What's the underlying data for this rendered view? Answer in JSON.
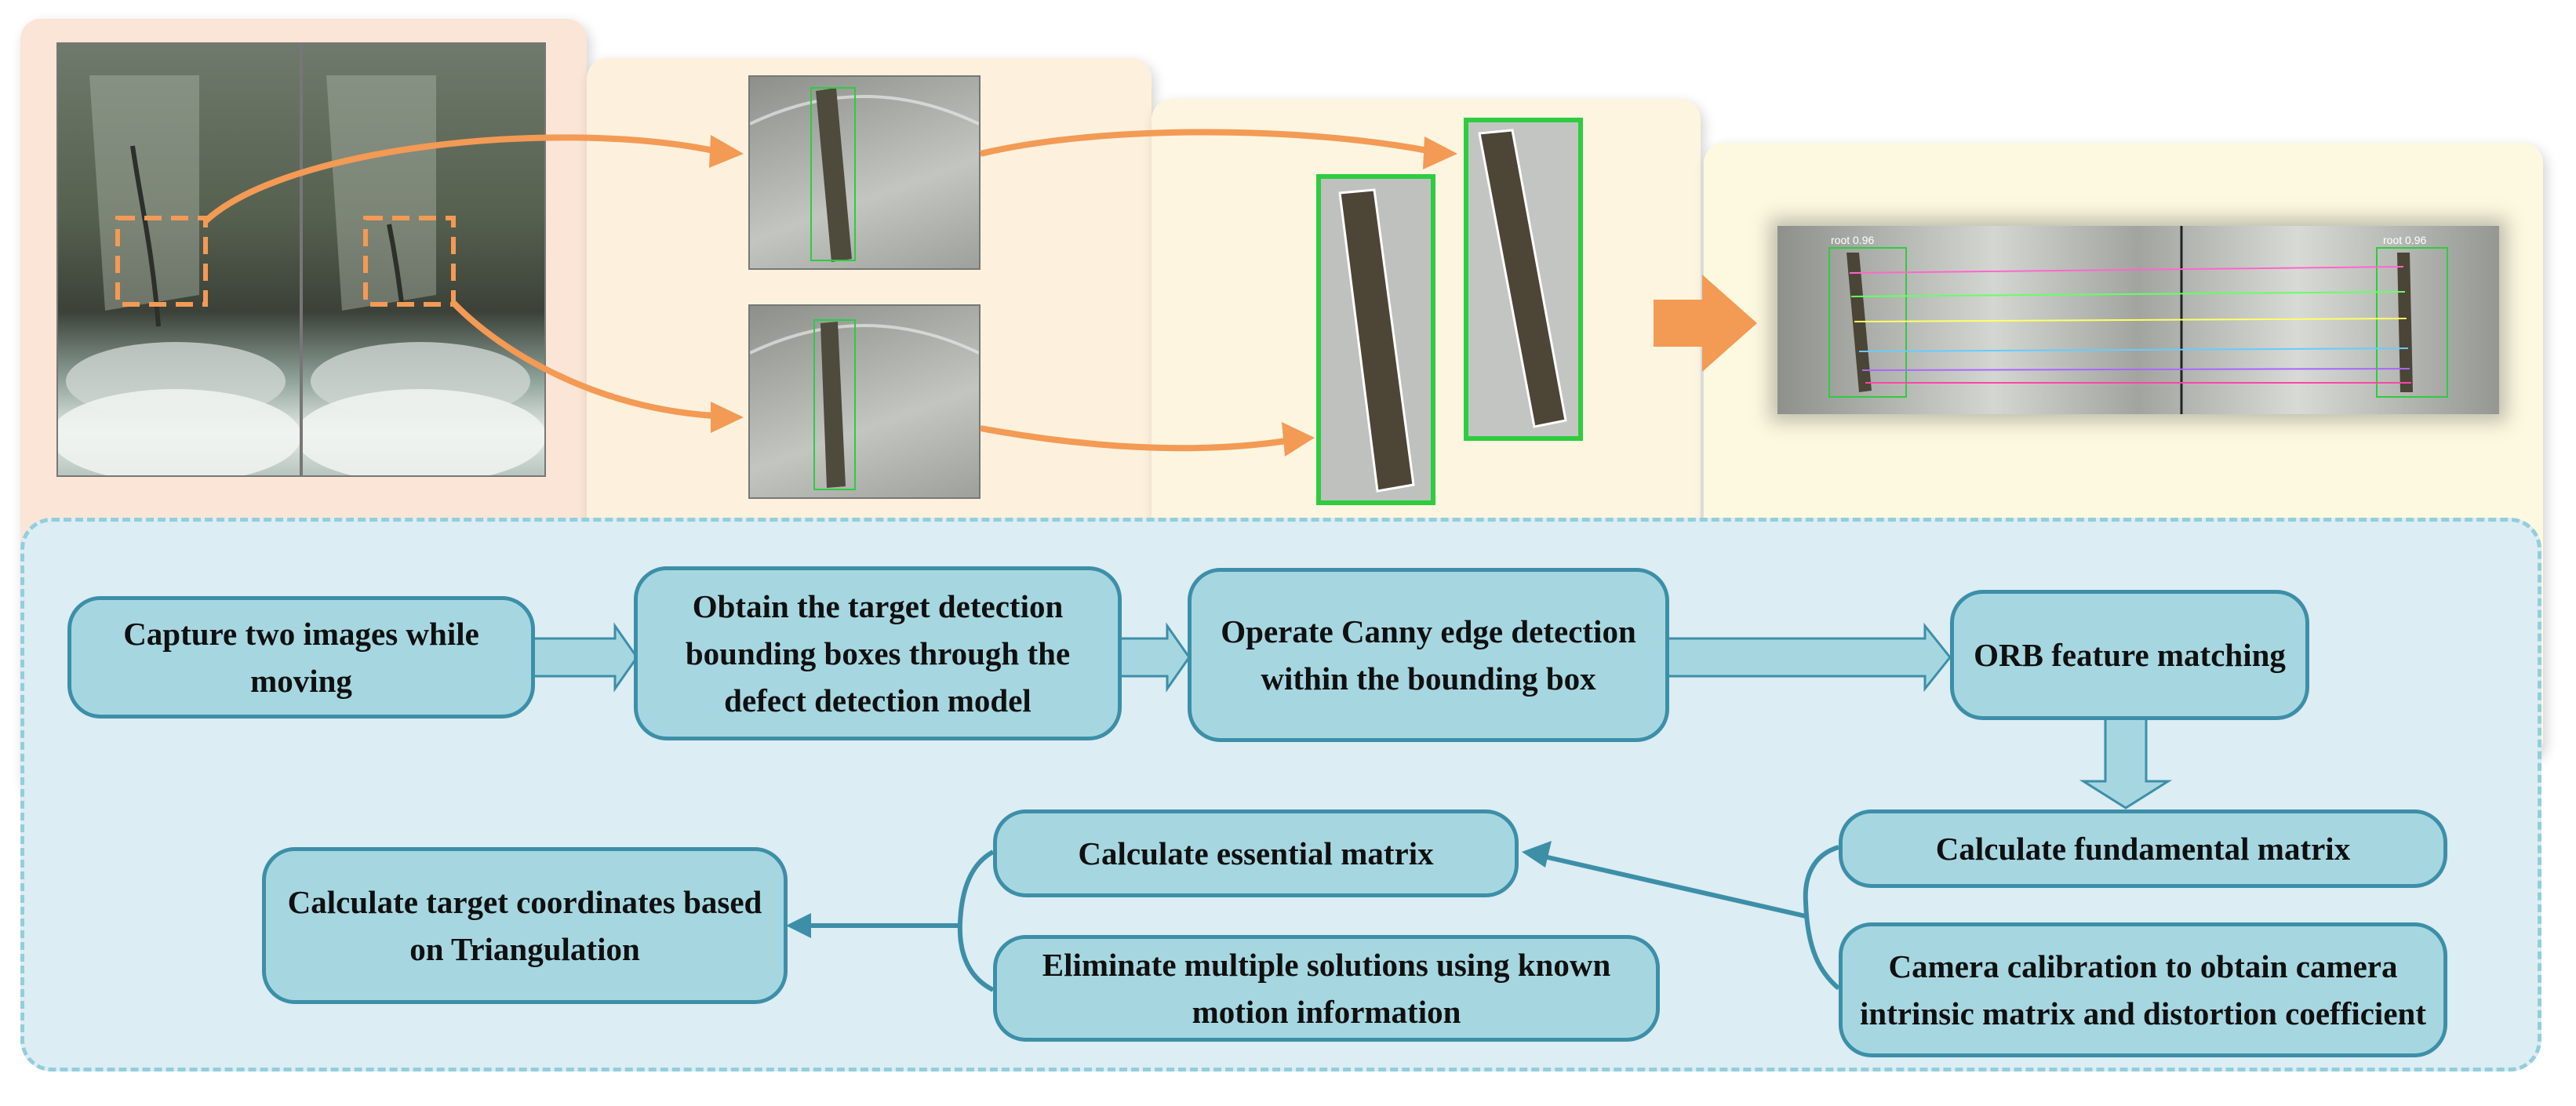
{
  "colors": {
    "panel_capture": "#fbe5d6",
    "panel_detect": "#fdf1dd",
    "panel_canny": "#fdf5df",
    "panel_orb": "#fdf9e0",
    "lower_panel": "#dcedf3",
    "node_fill": "#a6d7e1",
    "node_border": "#3d8fa8",
    "orange_arrow": "#f39a55",
    "detection_box": "#2ecc40",
    "bracket": "#3d8fa8"
  },
  "steps": {
    "capture": "Capture two images while moving",
    "detect": "Obtain the target detection bounding boxes through the defect detection model",
    "canny": "Operate Canny edge detection within the bounding box",
    "orb": "ORB feature matching",
    "fundamental": "Calculate fundamental matrix",
    "calibration": "Camera calibration to obtain camera intrinsic matrix and distortion coefficient",
    "essential": "Calculate essential matrix",
    "eliminate": "Eliminate multiple solutions using known motion information",
    "triangulation": "Calculate target coordinates based on Triangulation"
  },
  "image_labels": {
    "match_left": "root 0.96",
    "match_right": "root 0.96"
  }
}
